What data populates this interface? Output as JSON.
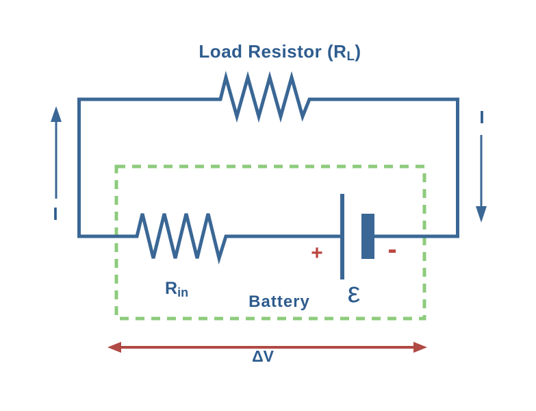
{
  "diagram": {
    "title": {
      "main": "Load Resistor (R",
      "sub": "L",
      "suffix": ")"
    },
    "current_label_left": "I",
    "current_label_right": "I",
    "internal_resistor": {
      "main": "R",
      "sub": "in"
    },
    "battery_label": "Battery",
    "emf_label": "ε",
    "positive_terminal": "+",
    "negative_terminal": "-",
    "voltage_label": "ΔV"
  },
  "colors": {
    "circuit_blue": "#3a6795",
    "text_blue": "#2e5c8e",
    "terminal_red": "#bb4540",
    "box_green": "#8dcb7c",
    "voltage_red": "#b04a45",
    "bg": "#ffffff"
  }
}
